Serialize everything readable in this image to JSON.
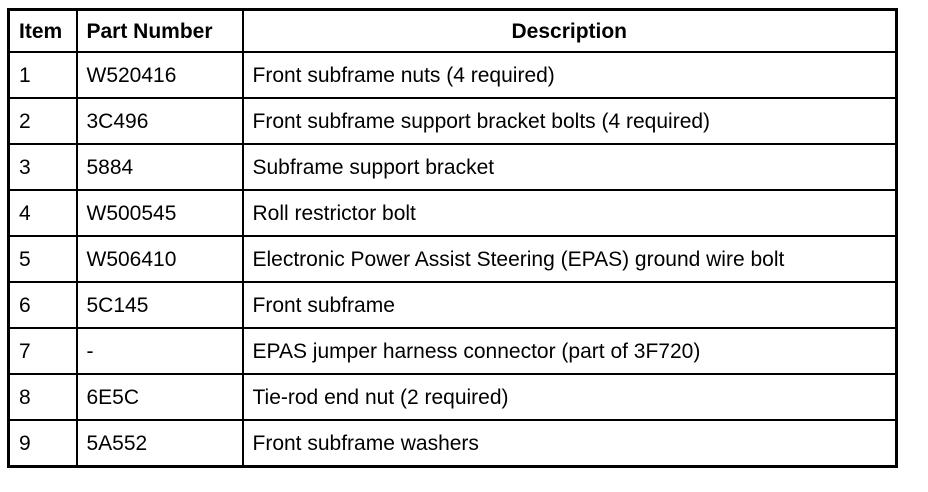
{
  "table": {
    "columns": [
      {
        "key": "item",
        "label": "Item"
      },
      {
        "key": "part_number",
        "label": "Part Number"
      },
      {
        "key": "description",
        "label": "Description"
      }
    ],
    "rows": [
      {
        "item": "1",
        "part_number": "W520416",
        "description": "Front subframe nuts (4 required)"
      },
      {
        "item": "2",
        "part_number": "3C496",
        "description": "Front subframe support bracket bolts (4 required)"
      },
      {
        "item": "3",
        "part_number": "5884",
        "description": "Subframe support bracket"
      },
      {
        "item": "4",
        "part_number": "W500545",
        "description": "Roll restrictor bolt"
      },
      {
        "item": "5",
        "part_number": "W506410",
        "description": "Electronic Power Assist Steering (EPAS) ground wire bolt"
      },
      {
        "item": "6",
        "part_number": "5C145",
        "description": "Front subframe"
      },
      {
        "item": "7",
        "part_number": "-",
        "description": "EPAS jumper harness connector (part of 3F720)"
      },
      {
        "item": "8",
        "part_number": "6E5C",
        "description": "Tie-rod end nut (2 required)"
      },
      {
        "item": "9",
        "part_number": "5A552",
        "description": "Front subframe washers"
      }
    ]
  },
  "colors": {
    "border": "#000000",
    "background": "#ffffff",
    "text": "#000000"
  }
}
